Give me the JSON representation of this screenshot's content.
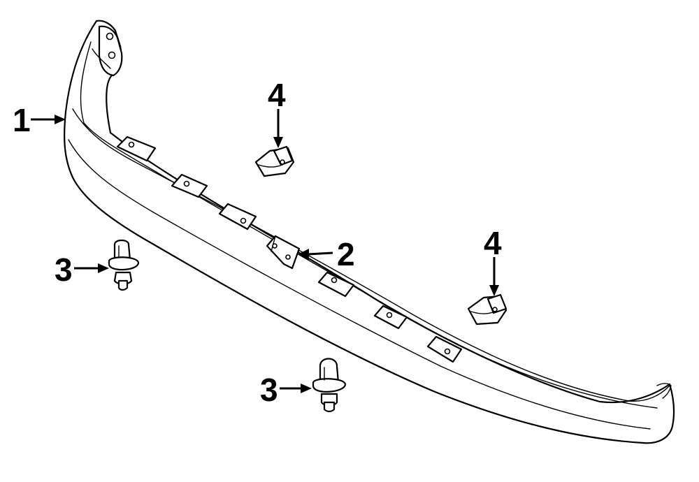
{
  "diagram": {
    "callouts": [
      {
        "id": "c1",
        "label": "1"
      },
      {
        "id": "c2",
        "label": "2"
      },
      {
        "id": "c3a",
        "label": "3"
      },
      {
        "id": "c3b",
        "label": "3"
      },
      {
        "id": "c4a",
        "label": "4"
      },
      {
        "id": "c4b",
        "label": "4"
      }
    ]
  }
}
